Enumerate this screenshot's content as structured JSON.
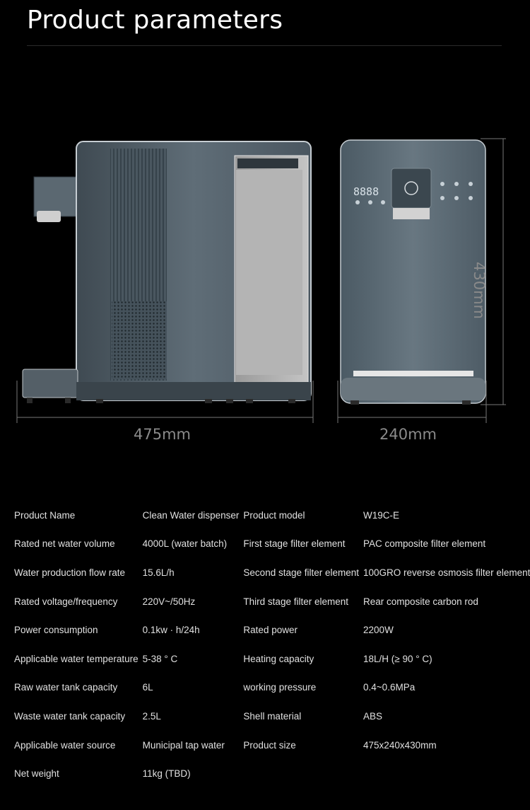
{
  "page": {
    "title": "Product parameters"
  },
  "figure": {
    "side_width": "475mm",
    "front_width": "240mm",
    "front_height": "430mm",
    "product_color": "#5c6a74",
    "accent_color": "#8a8a8a"
  },
  "params": [
    {
      "label1": "Product Name",
      "value1": "Clean Water dispenser",
      "label2": "Product model",
      "value2": "W19C-E"
    },
    {
      "label1": "Rated net water volume",
      "value1": "4000L (water batch)",
      "label2": "First stage filter element",
      "value2": "PAC composite filter element"
    },
    {
      "label1": "Water production flow rate",
      "value1": "15.6L/h",
      "label2": "Second stage filter element",
      "value2": "100GRO reverse osmosis filter element"
    },
    {
      "label1": "Rated voltage/frequency",
      "value1": "220V~/50Hz",
      "label2": "Third stage filter element",
      "value2": "Rear composite carbon rod"
    },
    {
      "label1": "Power consumption",
      "value1": "0.1kw · h/24h",
      "label2": "Rated power",
      "value2": "2200W"
    },
    {
      "label1": "Applicable water temperature",
      "value1": "5-38 ° C",
      "label2": "Heating capacity",
      "value2": "18L/H (≥ 90 ° C)"
    },
    {
      "label1": "Raw water tank capacity",
      "value1": "6L",
      "label2": "working pressure",
      "value2": "0.4~0.6MPa"
    },
    {
      "label1": "Waste water tank capacity",
      "value1": "2.5L",
      "label2": "Shell material",
      "value2": "ABS"
    },
    {
      "label1": "Applicable water source",
      "value1": "Municipal tap water",
      "label2": "Product size",
      "value2": "475x240x430mm"
    },
    {
      "label1": "Net weight",
      "value1": "11kg (TBD)",
      "label2": "",
      "value2": ""
    }
  ]
}
